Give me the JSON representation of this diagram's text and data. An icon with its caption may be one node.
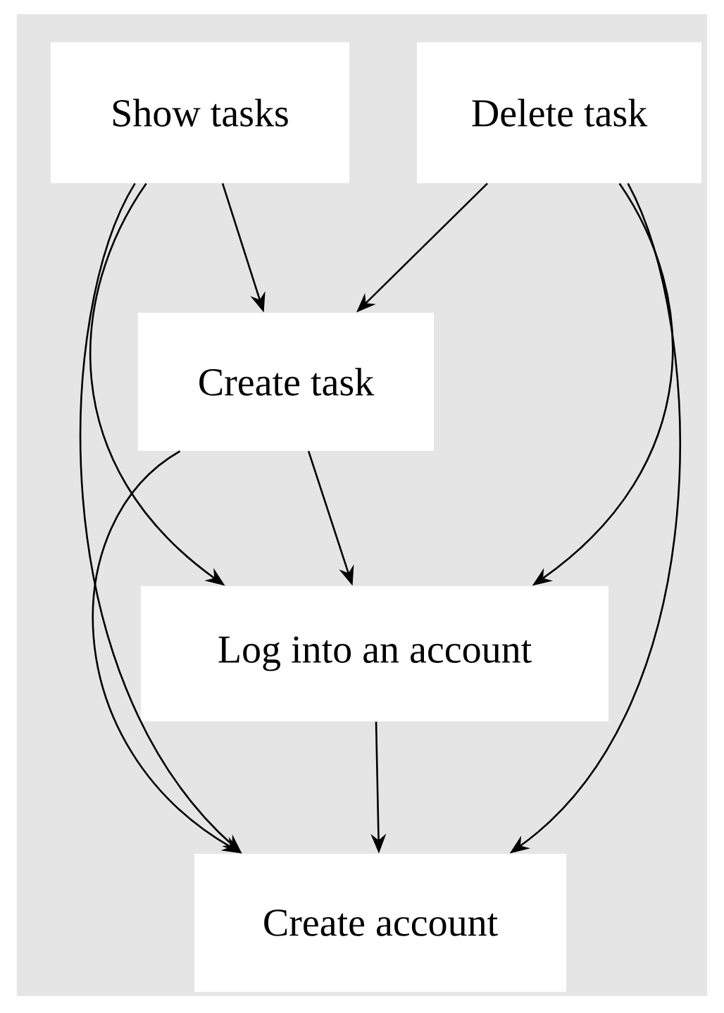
{
  "diagram": {
    "nodes": [
      {
        "text": [
          "Show tasks"
        ]
      },
      {
        "text": [
          "Delete task"
        ]
      },
      {
        "text": [
          "Create task"
        ]
      },
      {
        "text": [
          "Log into an account"
        ]
      },
      {
        "text": [
          "Create account"
        ]
      }
    ],
    "edges": [
      {
        "from": 0,
        "to": 2,
        "arrow": "to"
      },
      {
        "from": 1,
        "to": 2,
        "arrow": "to"
      },
      {
        "from": 0,
        "to": 3,
        "arrow": "to"
      },
      {
        "from": 0,
        "to": 4,
        "arrow": "to"
      },
      {
        "from": 2,
        "to": 3,
        "arrow": "to"
      },
      {
        "from": 2,
        "to": 4,
        "arrow": "to"
      },
      {
        "from": 1,
        "to": 3,
        "arrow": "to"
      },
      {
        "from": 1,
        "to": 4,
        "arrow": "to"
      },
      {
        "from": 3,
        "to": 4,
        "arrow": "to"
      }
    ]
  }
}
